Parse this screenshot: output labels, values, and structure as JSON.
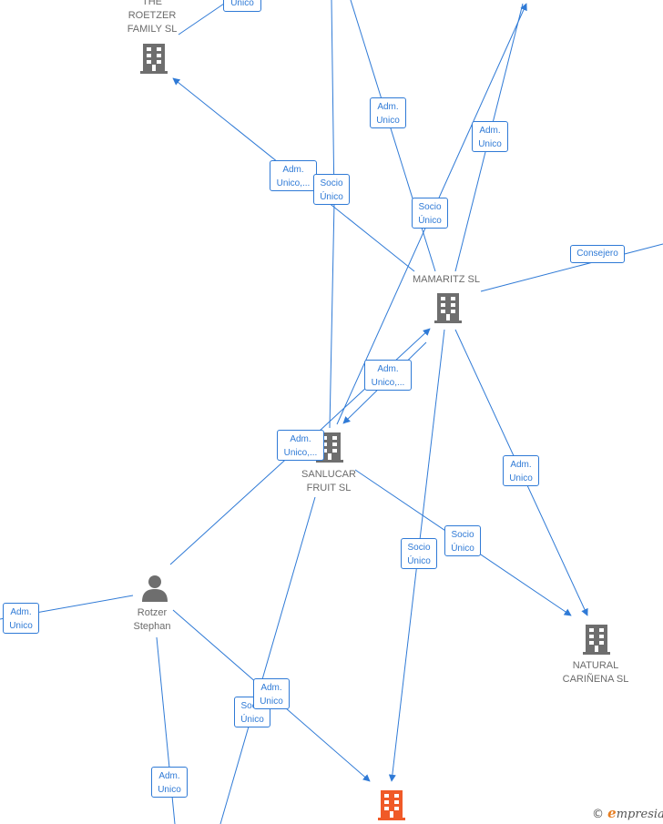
{
  "colors": {
    "edge": "#2f7ad6",
    "company": "#6e6e6e",
    "person": "#6e6e6e",
    "highlight": "#f05a28"
  },
  "nodes": {
    "roetzer_family": {
      "label": "THE\nROETZER\nFAMILY  SL",
      "icon": "building-icon"
    },
    "mamaritz": {
      "label": "MAMARITZ  SL",
      "icon": "building-icon"
    },
    "sanlucar": {
      "label": "SANLUCAR\nFRUIT SL",
      "icon": "building-icon"
    },
    "natural_carinena": {
      "label": "NATURAL\nCARIÑENA  SL",
      "icon": "building-icon"
    },
    "rotzer_stephan": {
      "label": "Rotzer\nStephan",
      "icon": "person-icon"
    },
    "target_company": {
      "label": "",
      "icon": "building-icon-highlighted"
    }
  },
  "badges": {
    "b_top_unico": "Unico",
    "b_adm_unico_1": "Adm.\nUnico",
    "b_adm_unico_2": "Adm.\nUnico",
    "b_adm_unico_trunc_1": "Adm.\nUnico,...",
    "b_socio_unico_1": "Socio\nÚnico",
    "b_socio_unico_2": "Socio\nÚnico",
    "b_consejero": "Consejero",
    "b_adm_unico_trunc_2": "Adm.\nUnico,...",
    "b_adm_unico_trunc_3": "Adm.\nUnico,...",
    "b_adm_unico_3": "Adm.\nUnico",
    "b_socio_unico_3": "Socio\nÚnico",
    "b_socio_unico_4": "Socio\nÚnico",
    "b_adm_unico_4": "Adm.\nUnico",
    "b_socio_unico_5": "Socio\nÚnico",
    "b_adm_unico_5": "Adm.\nUnico",
    "b_adm_unico_6": "Adm.\nUnico"
  },
  "brand": {
    "copyright": "©",
    "first": "e",
    "rest": "mpresia"
  }
}
